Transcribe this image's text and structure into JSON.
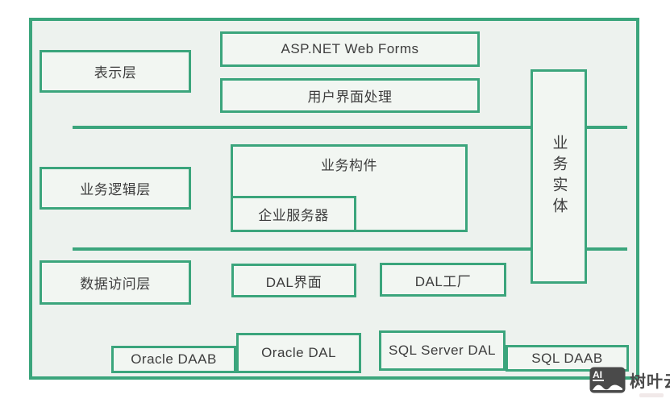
{
  "diagram": {
    "boxes": {
      "presentation_layer": "表示层",
      "aspnet_web_forms": "ASP.NET Web Forms",
      "ui_processing": "用户界面处理",
      "business_logic_layer": "业务逻辑层",
      "business_component": "业务构件",
      "enterprise_server": "企业服务器",
      "business_entity": "业务实体",
      "data_access_layer": "数据访问层",
      "dal_interface": "DAL界面",
      "dal_factory": "DAL工厂",
      "oracle_daab": "Oracle DAAB",
      "oracle_dal": "Oracle DAL",
      "sql_server_dal": "SQL Server DAL",
      "sql_daab": "SQL DAAB"
    },
    "colors": {
      "accent_green": "#3BA57C",
      "canvas_background": "#EDF2EE",
      "box_background": "#F2F6F2",
      "label_text": "#3D3D3D",
      "watermark_gray": "#4A4A4A"
    }
  },
  "watermark": {
    "logo_text": "AI",
    "brand_name": "树叶云"
  }
}
